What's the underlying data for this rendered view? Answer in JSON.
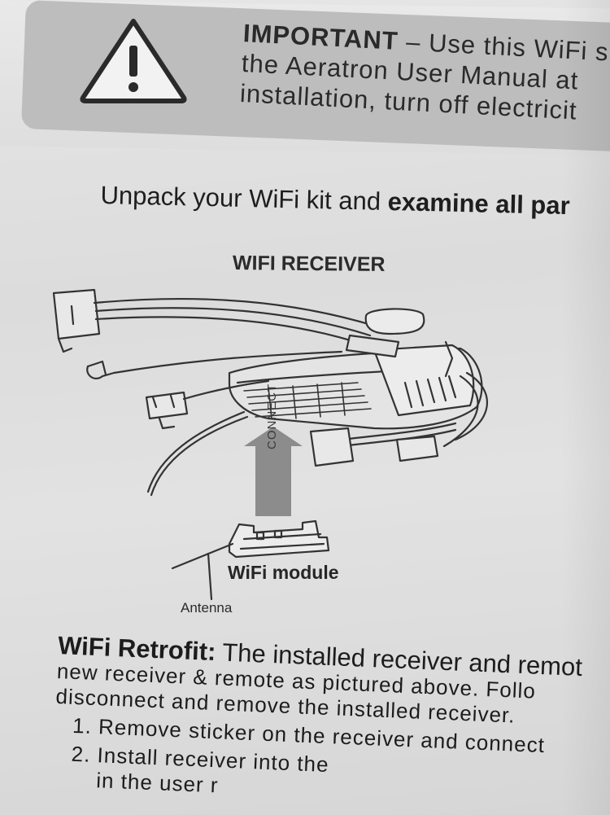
{
  "warning": {
    "heading": "IMPORTANT",
    "line1_rest": " – Use this WiFi s",
    "line2": "the Aeratron User Manual at",
    "line3": "installation, turn off electricit"
  },
  "intro": {
    "normal": "Unpack your WiFi kit and ",
    "bold": "examine all par"
  },
  "diagram": {
    "title": "WIFI RECEIVER",
    "connect_label": "CONNECT",
    "module_label": "WiFi module",
    "antenna_label": "Antenna"
  },
  "retrofit": {
    "heading": "WiFi Retrofit:",
    "line1_rest": " The installed receiver and remot",
    "line2": "new receiver & remote as pictured above. Follo",
    "line3": "disconnect and remove the installed receiver.",
    "steps": [
      "Remove sticker on the receiver and connect",
      "Install receiver into the"
    ],
    "step2_cont": "in the user r"
  }
}
